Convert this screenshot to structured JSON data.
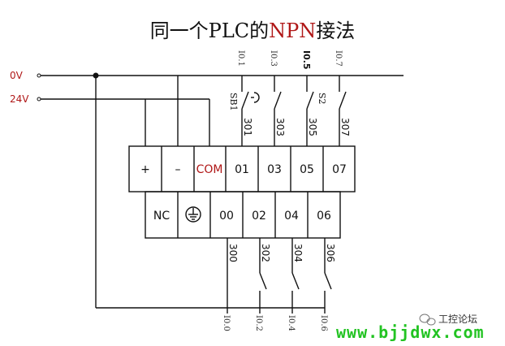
{
  "title": {
    "prefix": "同一个PLC的",
    "highlight": "NPN",
    "suffix": "接法"
  },
  "supply": {
    "zero_v": "0V",
    "plus_24v": "24V"
  },
  "top_terminals": [
    "+",
    "–",
    "COM",
    "01",
    "03",
    "05",
    "07"
  ],
  "bottom_terminals": [
    "NC",
    "",
    "00",
    "02",
    "04",
    "06"
  ],
  "top_addresses": [
    "I0.1",
    "I0.3",
    "I0.5",
    "I0.7"
  ],
  "top_wires": [
    "301",
    "303",
    "305",
    "307"
  ],
  "bottom_addresses": [
    "I0.0",
    "I0.2",
    "I0.4",
    "I0.6"
  ],
  "bottom_wires": [
    "300",
    "302",
    "304",
    "306"
  ],
  "switch_labels": {
    "sb1": "SB1",
    "s2": "S2"
  },
  "footer": {
    "wechat": "工控论坛",
    "site": "www.bjjdwx.com"
  },
  "colors": {
    "accent": "#b01818",
    "site_green": "#22c322"
  }
}
